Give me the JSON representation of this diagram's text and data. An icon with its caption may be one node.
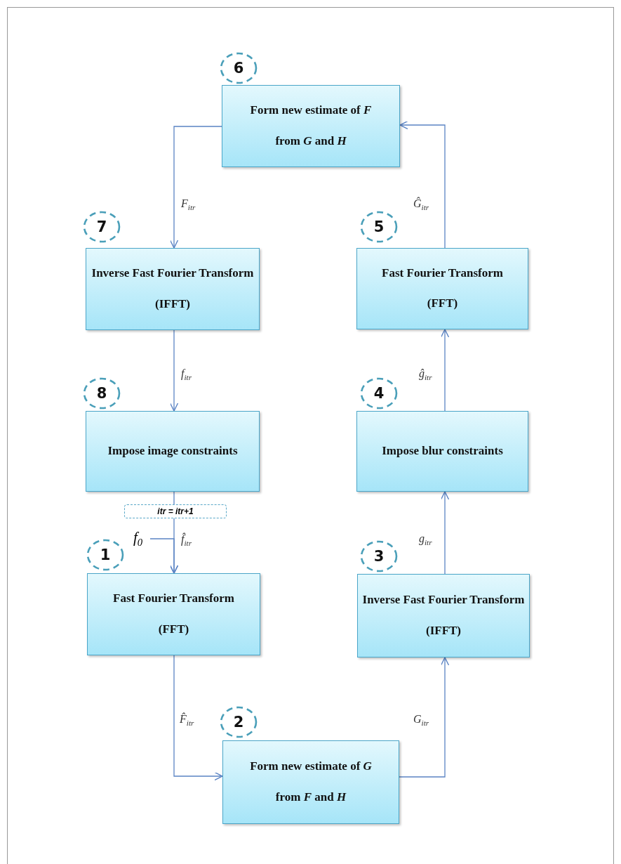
{
  "diagram": {
    "nodes": [
      {
        "text": [
          "6"
        ]
      },
      {
        "text": [
          "Form new estimate of *F*",
          "from *G* and *H*"
        ]
      },
      {
        "text": [
          "7"
        ]
      },
      {
        "text": [
          "5"
        ]
      },
      {
        "text": [
          "Inverse Fast Fourier Transform",
          "(IFFT)"
        ]
      },
      {
        "text": [
          "Fast Fourier Transform",
          "(FFT)"
        ]
      },
      {
        "text": [
          "8"
        ]
      },
      {
        "text": [
          "4"
        ]
      },
      {
        "text": [
          "Impose image constraints"
        ]
      },
      {
        "text": [
          "Impose blur constraints"
        ]
      },
      {
        "text": [
          "itr = itr+1"
        ]
      },
      {
        "text": [
          "f$_{0}$"
        ]
      },
      {
        "text": [
          "1"
        ]
      },
      {
        "text": [
          "3"
        ]
      },
      {
        "text": [
          "Fast Fourier Transform",
          "(FFT)"
        ]
      },
      {
        "text": [
          "Inverse Fast Fourier Transform",
          "(IFFT)"
        ]
      },
      {
        "text": [
          "2"
        ]
      },
      {
        "text": [
          "Form new estimate of *G*",
          "from *F* and *H*"
        ]
      }
    ],
    "edges": [
      {
        "from": 1,
        "to": 4,
        "arrow": "to",
        "label": "F$_{itr}$"
      },
      {
        "from": 5,
        "to": 1,
        "arrow": "to",
        "label": "Ĝ$_{itr}$"
      },
      {
        "from": 4,
        "to": 8,
        "arrow": "to",
        "label": "f$_{itr}$"
      },
      {
        "from": 9,
        "to": 5,
        "arrow": "to",
        "label": "ĝ$_{itr}$"
      },
      {
        "from": 8,
        "to": 10,
        "arrow": "none"
      },
      {
        "from": 10,
        "to": 14,
        "arrow": "to",
        "label": "f̂$_{itr}$"
      },
      {
        "from": 11,
        "to": 14,
        "arrow": "to"
      },
      {
        "from": 14,
        "to": 17,
        "arrow": "to",
        "label": "F̂$_{itr}$"
      },
      {
        "from": 17,
        "to": 15,
        "arrow": "to",
        "label": "G$_{itr}$"
      },
      {
        "from": 15,
        "to": 9,
        "arrow": "to",
        "label": "g$_{itr}$"
      }
    ]
  }
}
